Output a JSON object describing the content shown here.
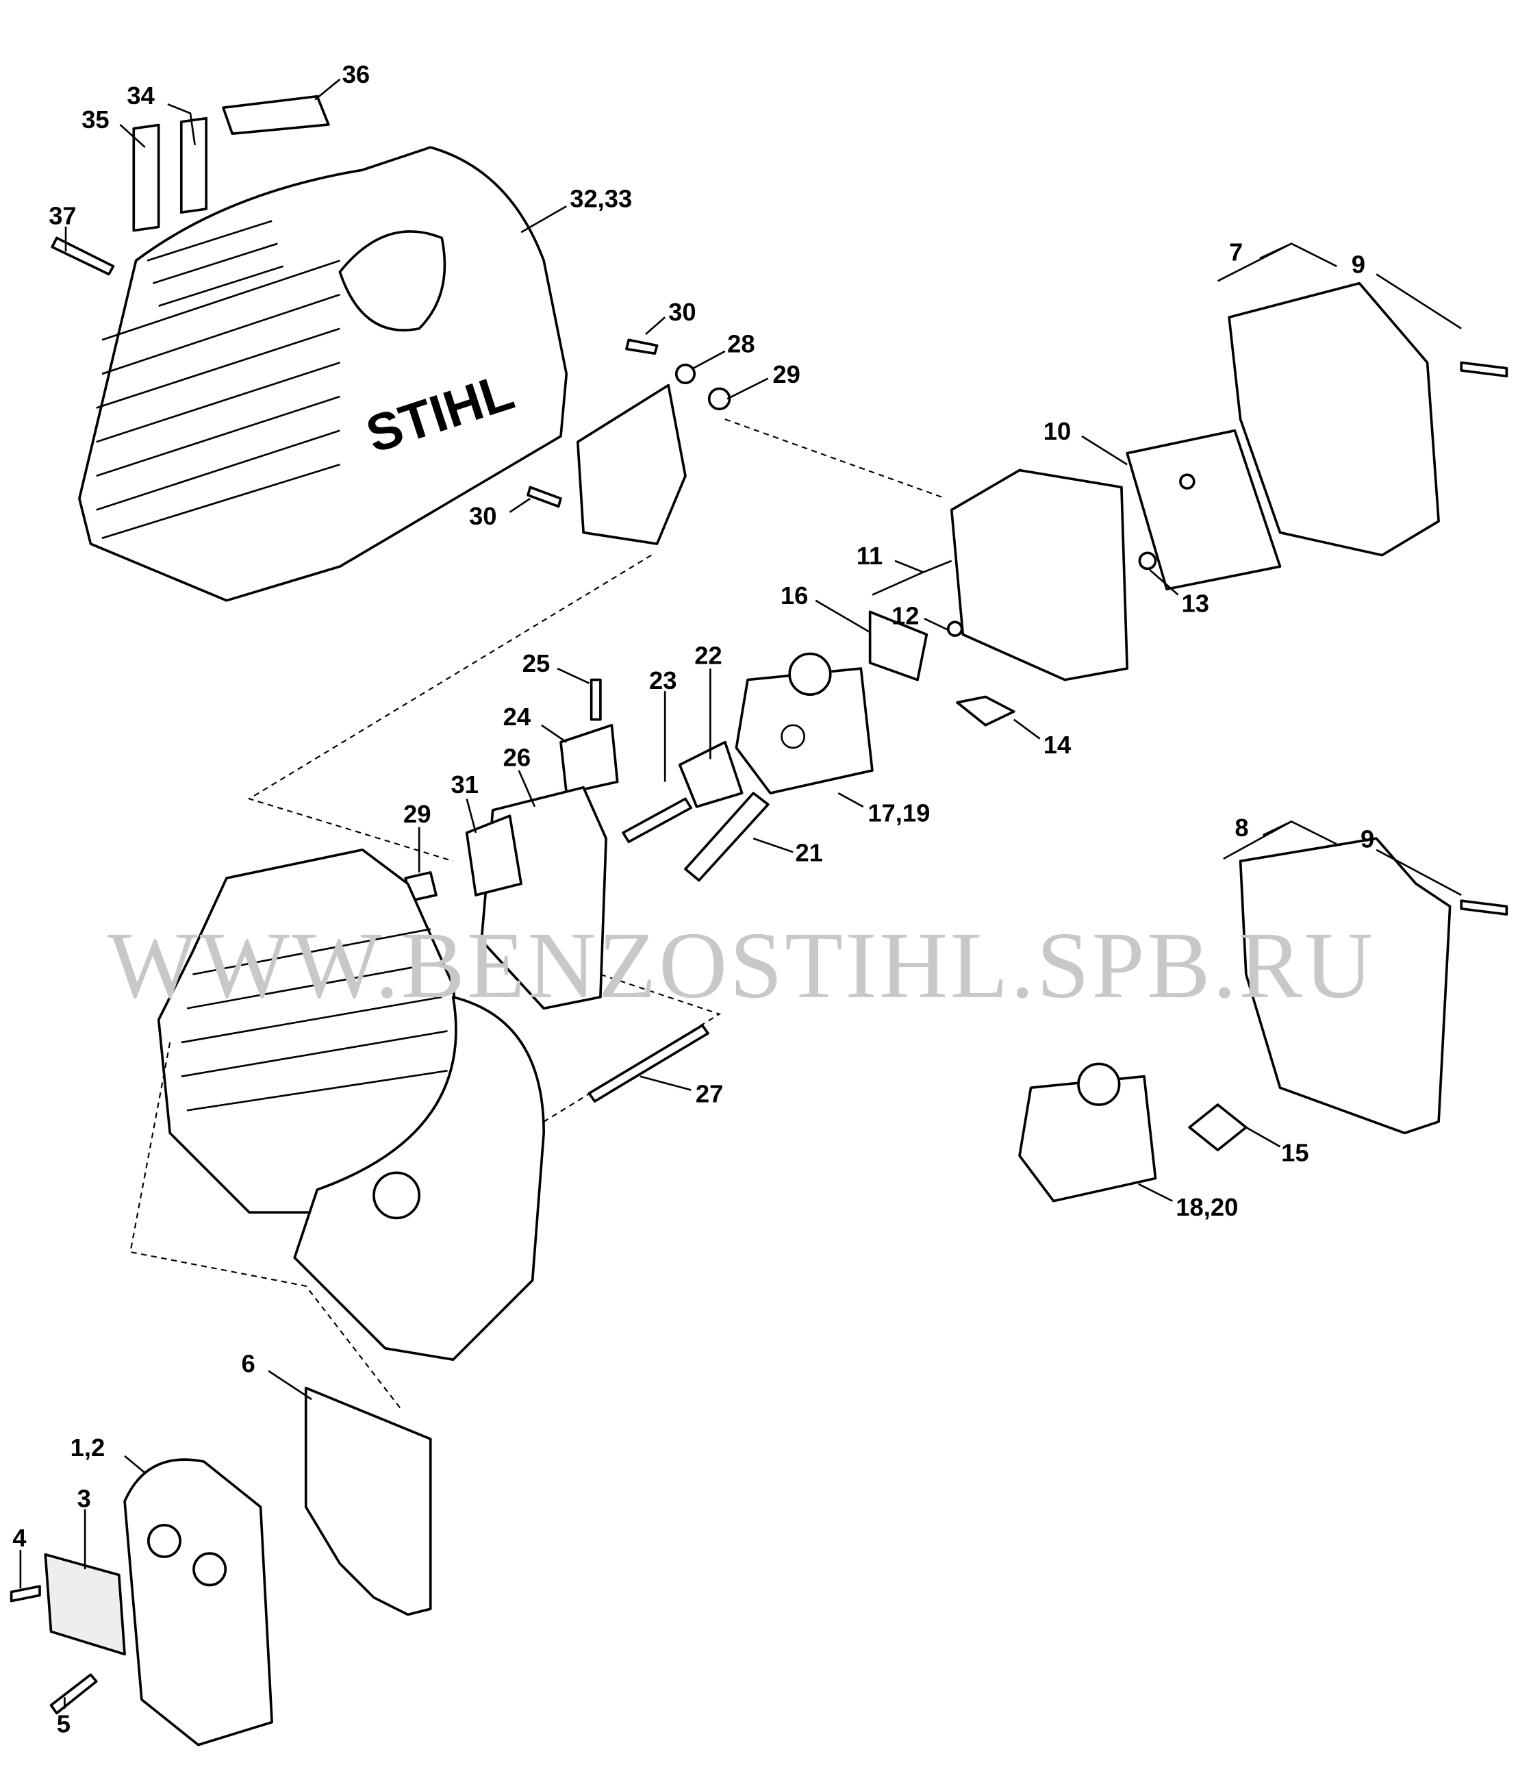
{
  "diagram": {
    "watermark": "WWW.BENZOSTIHL.SPB.RU",
    "brand_logo": "STIHL",
    "callouts": {
      "c36": "36",
      "c34": "34",
      "c35": "35",
      "c3233": "32,33",
      "c37": "37",
      "c30a": "30",
      "c28": "28",
      "c29a": "29",
      "c7": "7",
      "c9a": "9",
      "c10": "10",
      "c30b": "30",
      "c11": "11",
      "c16": "16",
      "c12": "12",
      "c13": "13",
      "c25": "25",
      "c23": "23",
      "c22": "22",
      "c24": "24",
      "c26": "26",
      "c14": "14",
      "c31": "31",
      "c29b": "29",
      "c1719": "17,19",
      "c8": "8",
      "c9b": "9",
      "c21": "21",
      "c27": "27",
      "c15": "15",
      "c1820": "18,20",
      "c6": "6",
      "c12b": "1,2",
      "c3": "3",
      "c4": "4",
      "c5": "5"
    }
  }
}
